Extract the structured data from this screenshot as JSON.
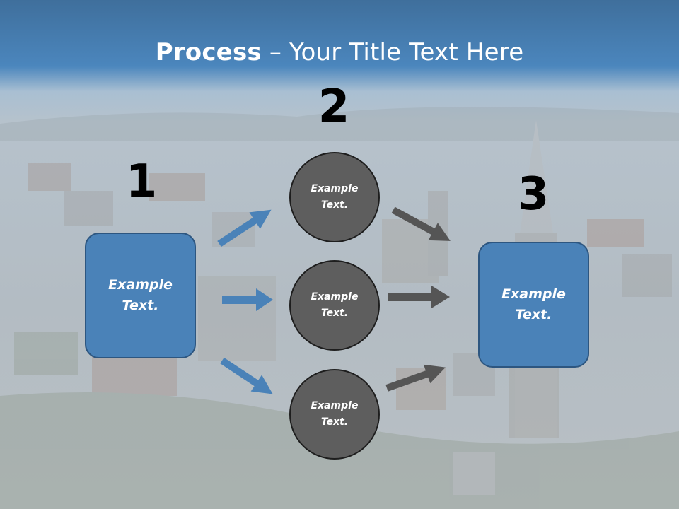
{
  "slide": {
    "title_bold": "Process",
    "title_rest": " – Your Title Text Here",
    "steps": [
      {
        "number": "1",
        "text": "Example\nText."
      },
      {
        "number": "2",
        "text": "Example\nText."
      },
      {
        "number": "3",
        "text": "Example\nText."
      }
    ],
    "circles": [
      {
        "text": "Example\nText."
      },
      {
        "text": "Example\nText."
      },
      {
        "text": "Example\nText."
      }
    ]
  },
  "colors": {
    "header": "#4a84ba",
    "box_fill": "#4a82b8",
    "circle_fill": "#5e5e5e",
    "blue_arrow": "#4a82b8",
    "gray_arrow": "#555555"
  }
}
